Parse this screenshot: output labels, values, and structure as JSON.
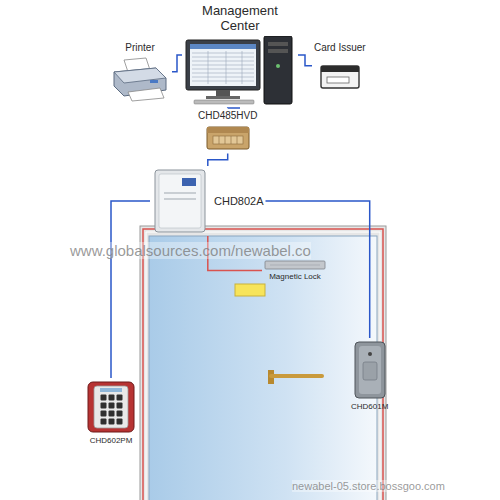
{
  "diagram": {
    "nodes": [
      {
        "text": [
          "Management Center"
        ]
      },
      {
        "text": [
          "Printer"
        ]
      },
      {
        "text": [
          "Card Issuer"
        ]
      },
      {
        "text": [
          "CHD485HVD"
        ]
      },
      {
        "text": [
          "CHD802A"
        ]
      },
      {
        "text": [
          "Magnetic Lock"
        ]
      },
      {
        "text": [
          "CHD602PM"
        ]
      },
      {
        "text": [
          "CHD601M"
        ]
      }
    ],
    "edges": [
      {
        "from": 0,
        "to": 1,
        "arrow": "none"
      },
      {
        "from": 0,
        "to": 2,
        "arrow": "none"
      },
      {
        "from": 0,
        "to": 3,
        "arrow": "none"
      },
      {
        "from": 3,
        "to": 4,
        "arrow": "none"
      },
      {
        "from": 4,
        "to": 5,
        "arrow": "none"
      },
      {
        "from": 4,
        "to": 6,
        "arrow": "none"
      },
      {
        "from": 4,
        "to": 7,
        "arrow": "none"
      }
    ],
    "labels": [
      "www.globalsources.com/newabel.co",
      "newabel-05.store.bossgoo.com"
    ]
  }
}
